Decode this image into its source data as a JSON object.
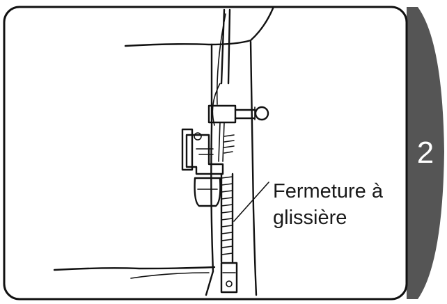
{
  "step": {
    "number": "2"
  },
  "callout": {
    "line1": "Fermeture à",
    "line2": "glissière"
  },
  "colors": {
    "tab": "#555555",
    "ink": "#111111",
    "frame": "#111111"
  }
}
